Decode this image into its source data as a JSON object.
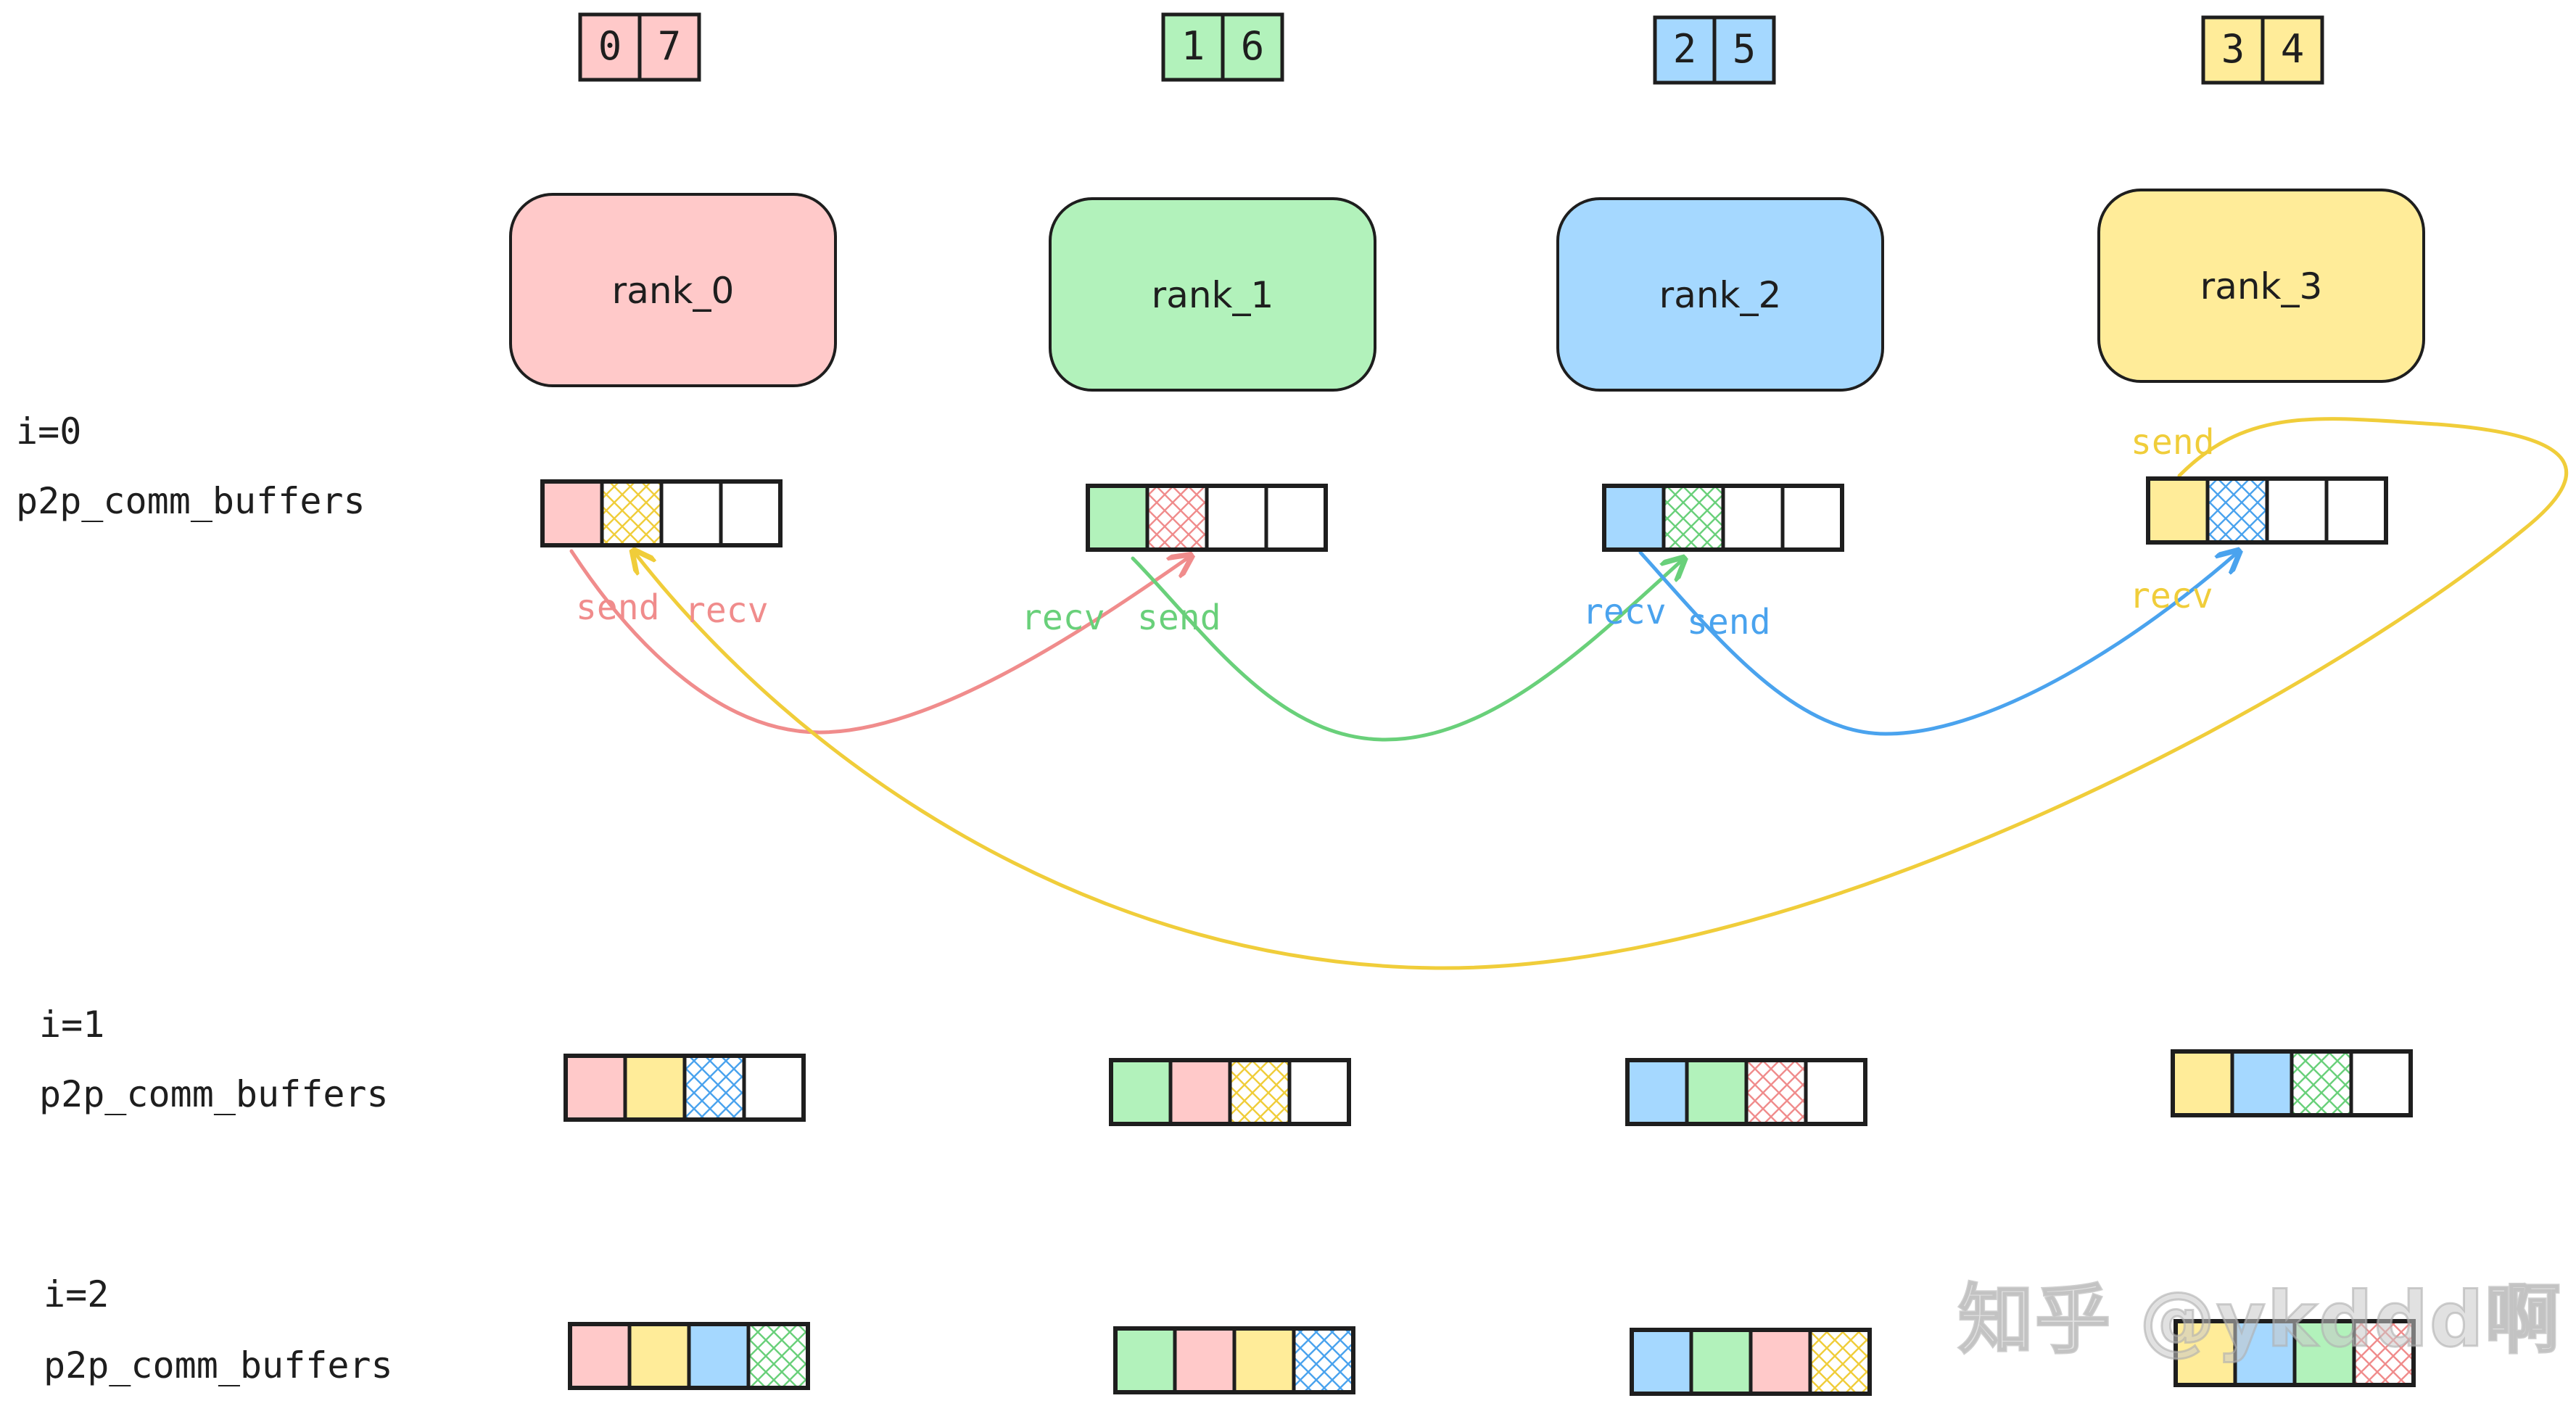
{
  "ranks": [
    {
      "label": "rank_0",
      "fill": "#ffc9c9",
      "accent": "#f08c8c",
      "chunks": [
        "0",
        "7"
      ]
    },
    {
      "label": "rank_1",
      "fill": "#b2f2bb",
      "accent": "#69d07a",
      "chunks": [
        "1",
        "6"
      ]
    },
    {
      "label": "rank_2",
      "fill": "#a5d8ff",
      "accent": "#4aa3ee",
      "chunks": [
        "2",
        "5"
      ]
    },
    {
      "label": "rank_3",
      "fill": "#ffec99",
      "accent": "#f0cd3a",
      "chunks": [
        "3",
        "4"
      ]
    }
  ],
  "iterations": [
    {
      "label": "i=0",
      "buffer_label": "p2p_comm_buffers",
      "buffers": [
        [
          {
            "c": 0,
            "h": false
          },
          {
            "c": 3,
            "h": true
          },
          null,
          null
        ],
        [
          {
            "c": 1,
            "h": false
          },
          {
            "c": 0,
            "h": true
          },
          null,
          null
        ],
        [
          {
            "c": 2,
            "h": false
          },
          {
            "c": 1,
            "h": true
          },
          null,
          null
        ],
        [
          {
            "c": 3,
            "h": false
          },
          {
            "c": 2,
            "h": true
          },
          null,
          null
        ]
      ]
    },
    {
      "label": "i=1",
      "buffer_label": "p2p_comm_buffers",
      "buffers": [
        [
          {
            "c": 0,
            "h": false
          },
          {
            "c": 3,
            "h": false
          },
          {
            "c": 2,
            "h": true
          },
          null
        ],
        [
          {
            "c": 1,
            "h": false
          },
          {
            "c": 0,
            "h": false
          },
          {
            "c": 3,
            "h": true
          },
          null
        ],
        [
          {
            "c": 2,
            "h": false
          },
          {
            "c": 1,
            "h": false
          },
          {
            "c": 0,
            "h": true
          },
          null
        ],
        [
          {
            "c": 3,
            "h": false
          },
          {
            "c": 2,
            "h": false
          },
          {
            "c": 1,
            "h": true
          },
          null
        ]
      ]
    },
    {
      "label": "i=2",
      "buffer_label": "p2p_comm_buffers",
      "buffers": [
        [
          {
            "c": 0,
            "h": false
          },
          {
            "c": 3,
            "h": false
          },
          {
            "c": 2,
            "h": false
          },
          {
            "c": 1,
            "h": true
          }
        ],
        [
          {
            "c": 1,
            "h": false
          },
          {
            "c": 0,
            "h": false
          },
          {
            "c": 3,
            "h": false
          },
          {
            "c": 2,
            "h": true
          }
        ],
        [
          {
            "c": 2,
            "h": false
          },
          {
            "c": 1,
            "h": false
          },
          {
            "c": 0,
            "h": false
          },
          {
            "c": 3,
            "h": true
          }
        ],
        [
          {
            "c": 3,
            "h": false
          },
          {
            "c": 2,
            "h": false
          },
          {
            "c": 1,
            "h": false
          },
          {
            "c": 0,
            "h": true
          }
        ]
      ]
    }
  ],
  "send_label": "send",
  "recv_label": "recv",
  "watermark": "知乎 @ykddd啊"
}
